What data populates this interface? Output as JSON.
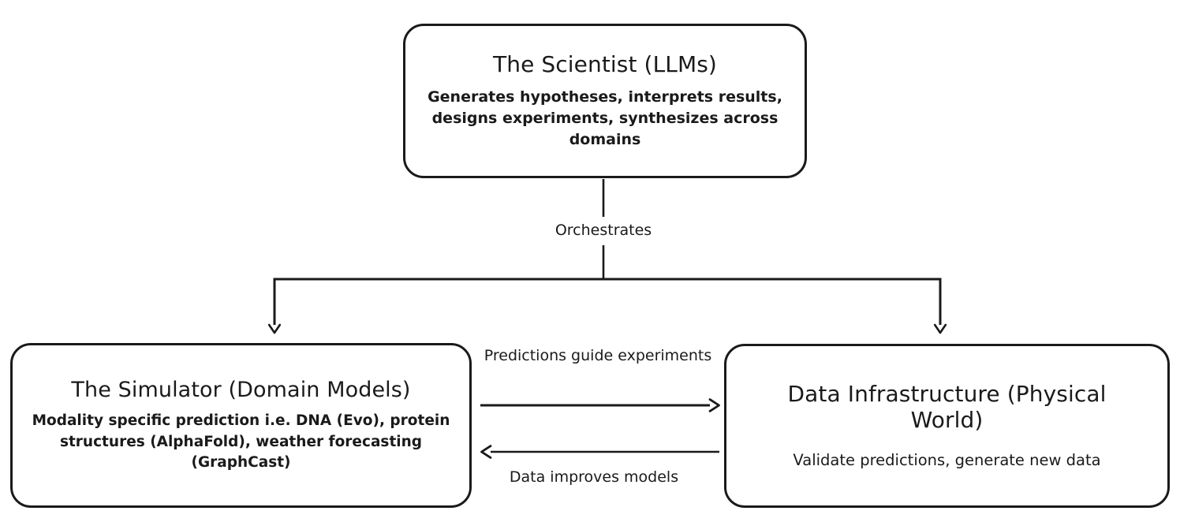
{
  "diagram": {
    "type": "flow-diagram",
    "background_color": "#ffffff",
    "stroke_color": "#1a1a1a",
    "text_color": "#1a1a1a",
    "nodes": [
      {
        "id": "scientist",
        "title": "The Scientist (LLMs)",
        "description": "Generates hypotheses, interprets results, designs experiments, synthesizes across domains"
      },
      {
        "id": "simulator",
        "title": "The Simulator (Domain Models)",
        "description": "Modality specific prediction i.e. DNA (Evo), protein structures (AlphaFold), weather forecasting (GraphCast)"
      },
      {
        "id": "data_infrastructure",
        "title": "Data Infrastructure (Physical World)",
        "description": "Validate predictions, generate new data"
      }
    ],
    "edges": [
      {
        "id": "orchestrates",
        "label": "Orchestrates",
        "from": "scientist",
        "to": "simulator, data_infrastructure"
      },
      {
        "id": "predictions_guide_experiments",
        "label": "Predictions guide experiments",
        "from": "simulator",
        "to": "data_infrastructure"
      },
      {
        "id": "data_improves_models",
        "label": "Data improves models",
        "from": "data_infrastructure",
        "to": "simulator"
      }
    ]
  }
}
